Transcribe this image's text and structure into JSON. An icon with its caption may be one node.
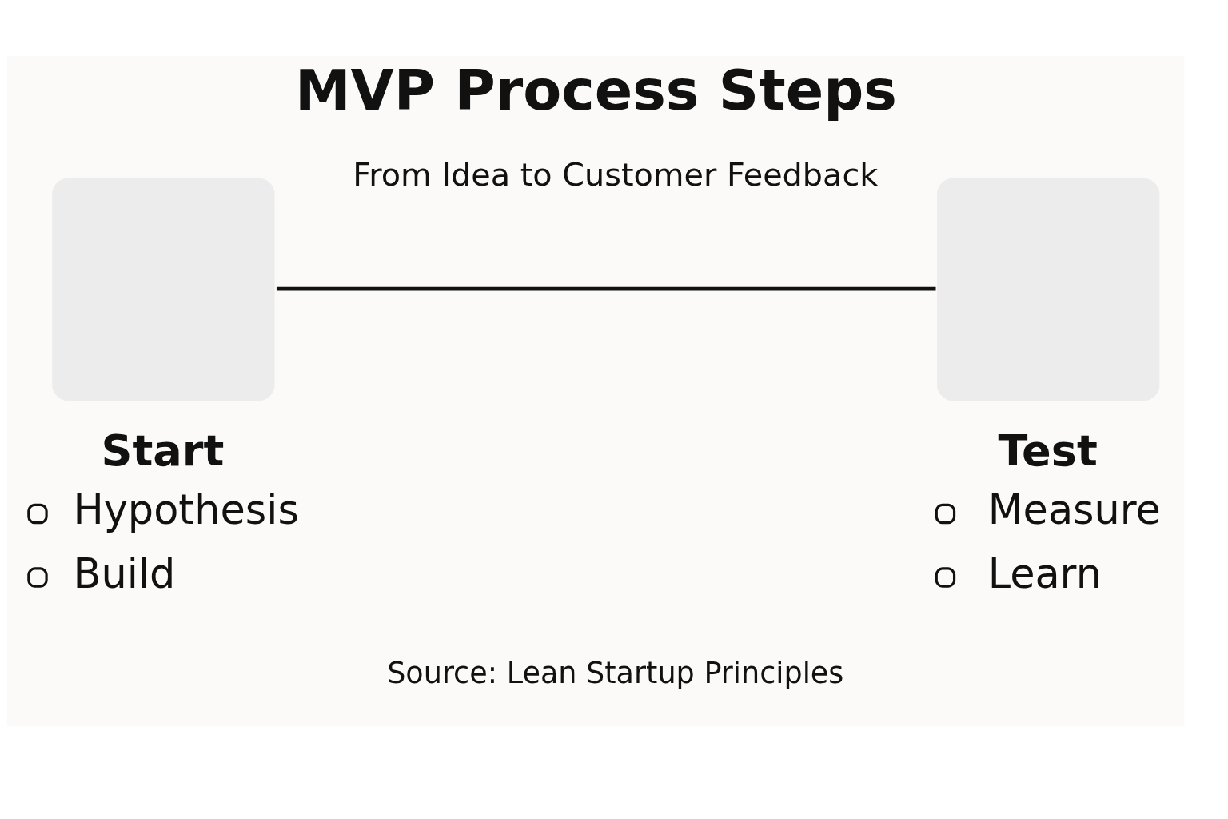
{
  "diagram": {
    "title": "MVP Process Steps",
    "caption": "Source: Lean Startup Principles",
    "nodes": [
      {
        "text": [
          "Start",
          "Hypothesis",
          "Build"
        ]
      },
      {
        "text": [
          "Test",
          "Measure",
          "Learn"
        ]
      }
    ],
    "edges": [
      {
        "from": 0,
        "to": 1,
        "arrow": "none"
      }
    ],
    "labels": [
      "From Idea to Customer Feedback"
    ]
  }
}
